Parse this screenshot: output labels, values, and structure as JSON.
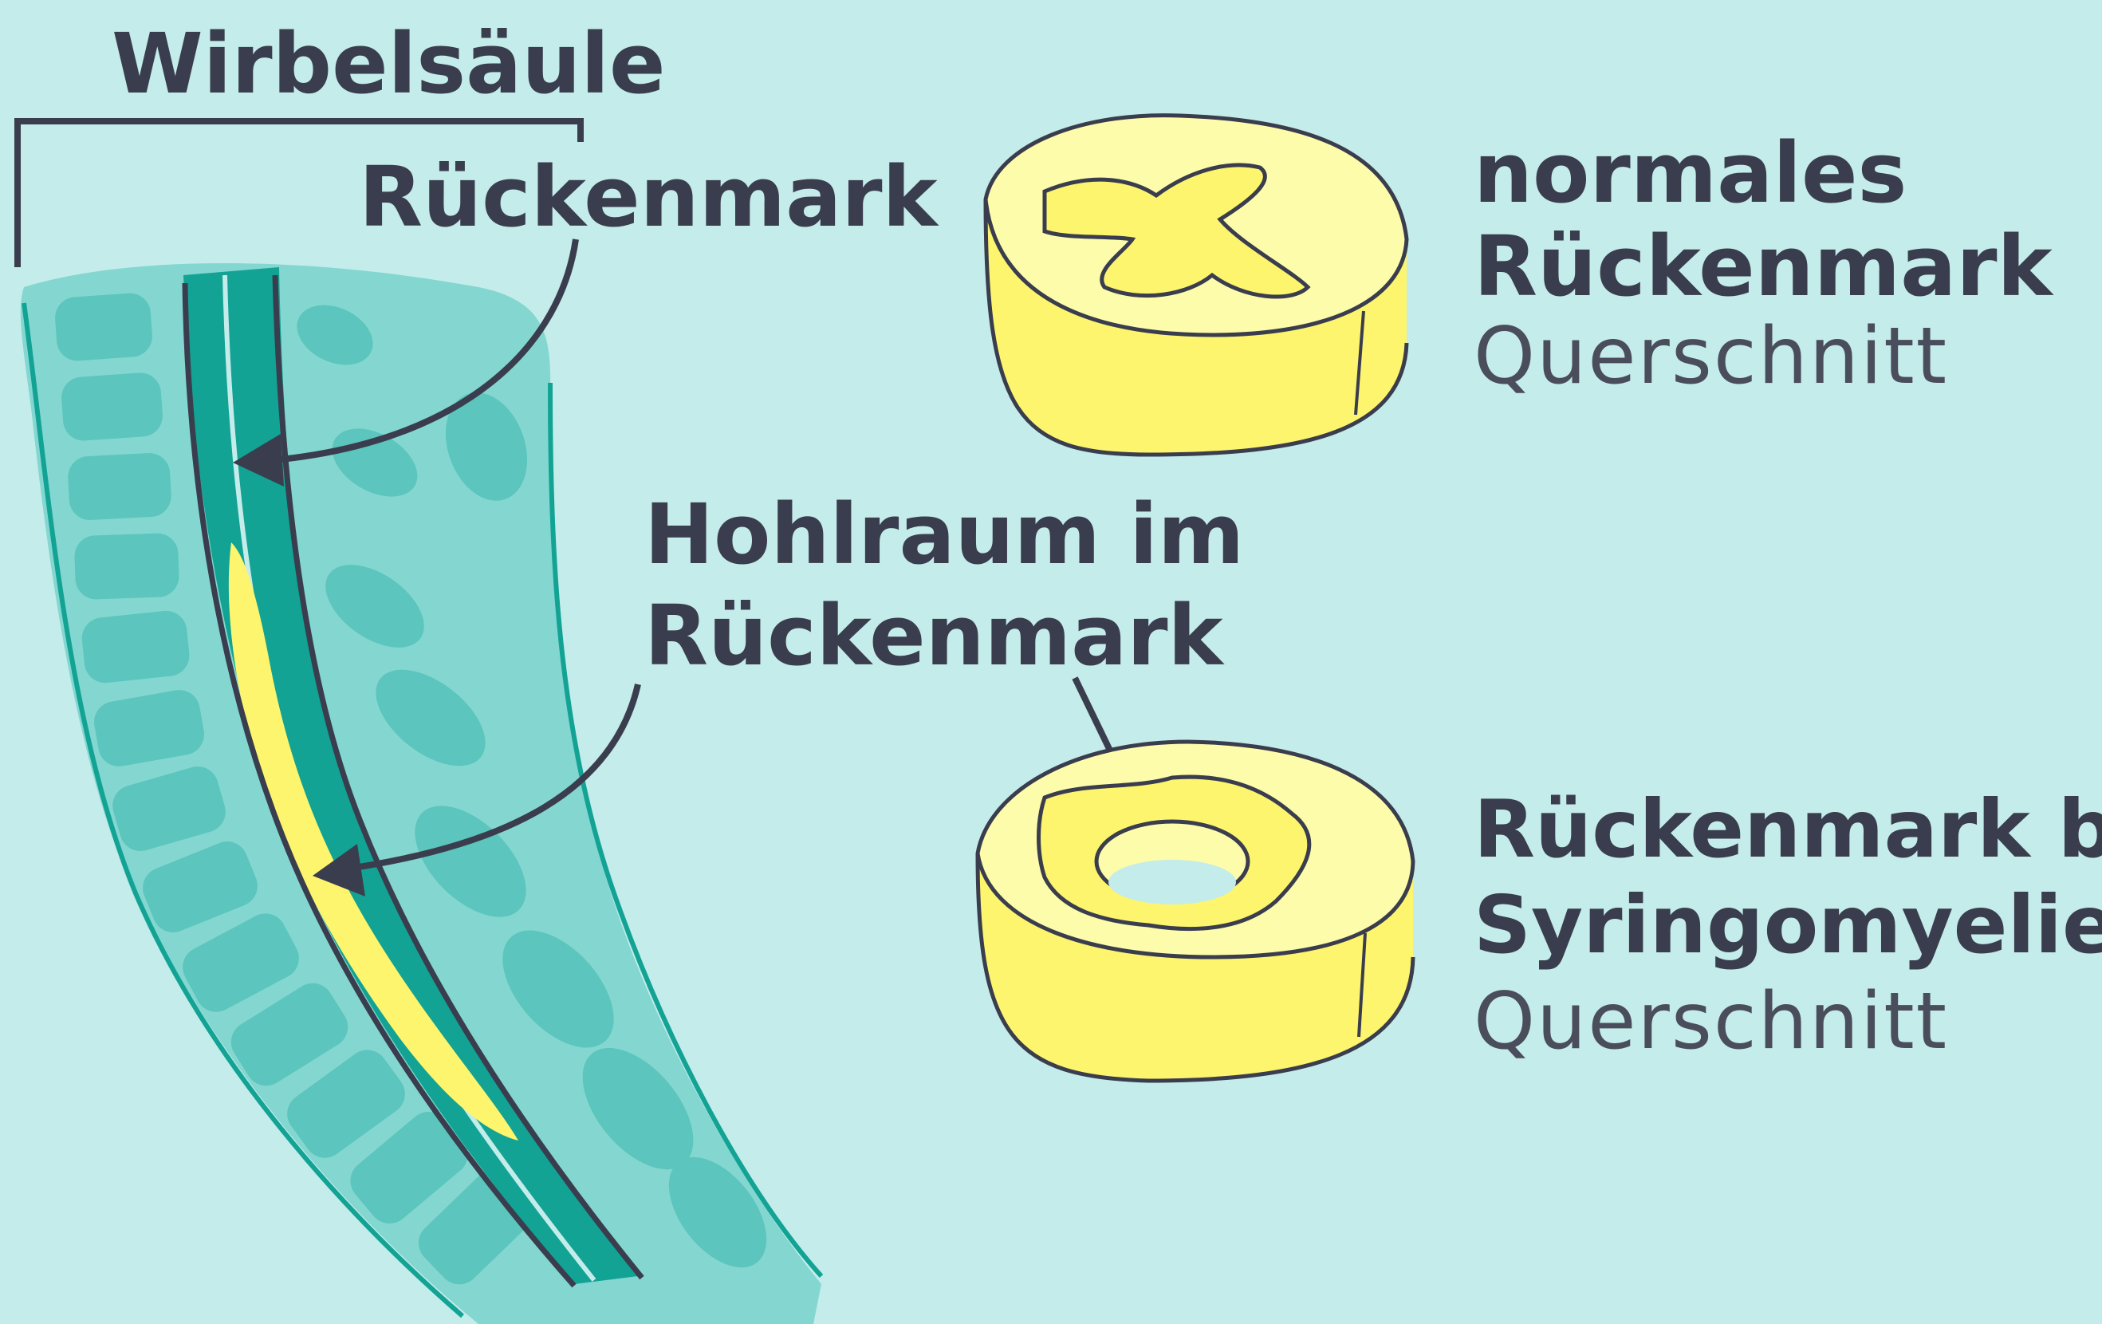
{
  "labels": {
    "spine": "Wirbelsäule",
    "cord": "Rückenmark",
    "cavity_line1": "Hohlraum im",
    "cavity_line2": "Rückenmark",
    "normal_line1": "normales",
    "normal_line2": "Rückenmark",
    "normal_line3": "Querschnitt",
    "syr_line1": "Rückenmark bei",
    "syr_line2": "Syringomyelie",
    "syr_line3": "Querschnitt"
  },
  "colors": {
    "background": "#c4ecea",
    "tissue": "#83d7d0",
    "vertebra": "#5cc5bd",
    "cord_sheath": "#12a394",
    "cavity_yellow": "#fdf56e",
    "section_top": "#fdfcaa",
    "outline": "#3a3d4d"
  }
}
